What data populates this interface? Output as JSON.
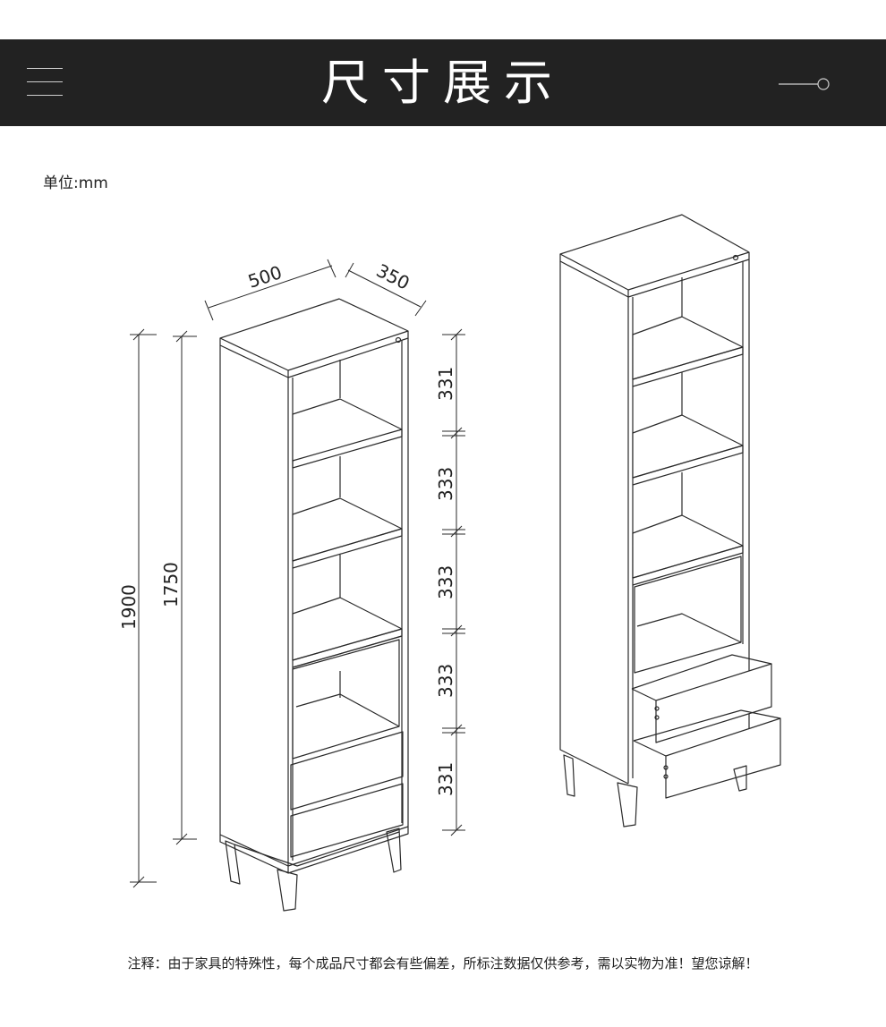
{
  "banner": {
    "title": "尺寸展示",
    "background": "#222222",
    "menu_icon": "hamburger-menu-icon",
    "right_icon": "line-circle-icon"
  },
  "unit_label": "单位:mm",
  "dimensions": {
    "width": "500",
    "depth": "350",
    "total_height": "1900",
    "body_height": "1750",
    "sections": [
      "331",
      "333",
      "333",
      "333",
      "331"
    ]
  },
  "note": "注释：由于家具的特殊性，每个成品尺寸都会有些偏差，所标注数据仅供参考，需以实物为准！望您谅解！"
}
